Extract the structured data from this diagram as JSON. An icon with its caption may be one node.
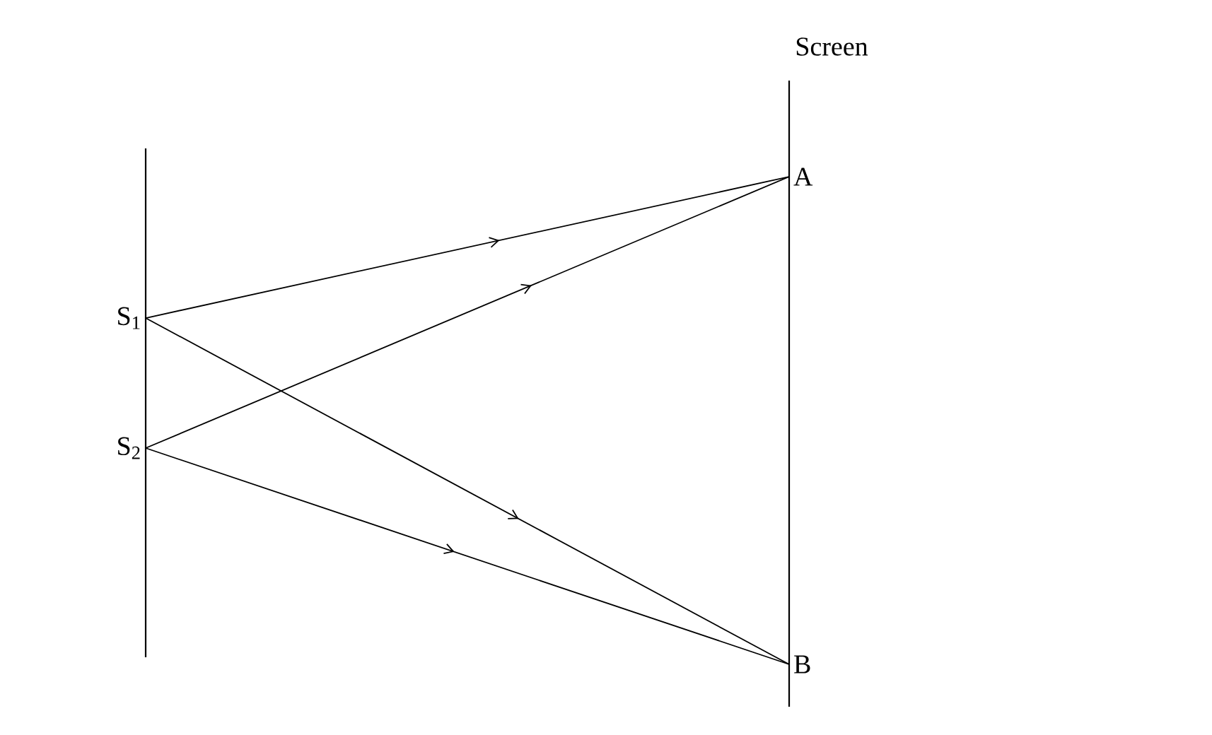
{
  "diagram": {
    "nodes": [
      {
        "text": [
          "S$_{1}$"
        ]
      },
      {
        "text": [
          "S$_{2}$"
        ]
      },
      {
        "text": [
          "A"
        ]
      },
      {
        "text": [
          "B"
        ]
      }
    ],
    "edges": [
      {
        "from": 0,
        "to": 2,
        "arrow": "to"
      },
      {
        "from": 1,
        "to": 2,
        "arrow": "to"
      },
      {
        "from": 0,
        "to": 3,
        "arrow": "to"
      },
      {
        "from": 1,
        "to": 3,
        "arrow": "to"
      }
    ],
    "labels": [
      "Screen"
    ]
  }
}
